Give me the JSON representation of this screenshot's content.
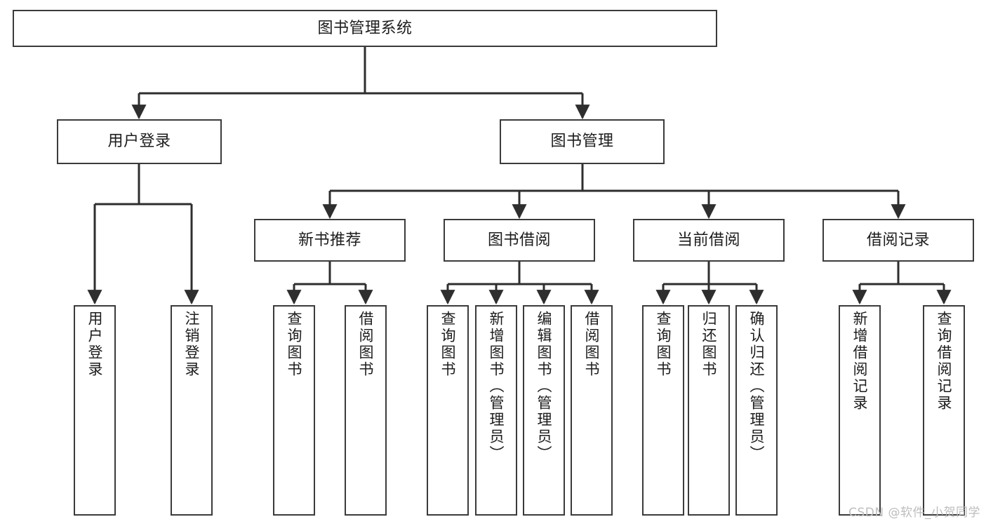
{
  "diagram": {
    "type": "hierarchy-tree",
    "title": "图书管理系统",
    "root": {
      "id": "root",
      "label": "图书管理系统"
    },
    "level2": [
      {
        "id": "user-login",
        "label": "用户登录"
      },
      {
        "id": "book-management",
        "label": "图书管理"
      }
    ],
    "level3": [
      {
        "id": "new-book-recommend",
        "label": "新书推荐",
        "parent": "book-management"
      },
      {
        "id": "book-borrow",
        "label": "图书借阅",
        "parent": "book-management"
      },
      {
        "id": "current-borrow",
        "label": "当前借阅",
        "parent": "book-management"
      },
      {
        "id": "borrow-record",
        "label": "借阅记录",
        "parent": "book-management"
      }
    ],
    "leaves": [
      {
        "id": "leaf-user-login",
        "label": "用户登录",
        "parent": "user-login"
      },
      {
        "id": "leaf-user-logout",
        "label": "注销登录",
        "parent": "user-login"
      },
      {
        "id": "leaf-query-book-1",
        "label": "查询图书",
        "parent": "new-book-recommend"
      },
      {
        "id": "leaf-borrow-book-1",
        "label": "借阅图书",
        "parent": "new-book-recommend"
      },
      {
        "id": "leaf-query-book-2",
        "label": "查询图书",
        "parent": "book-borrow"
      },
      {
        "id": "leaf-add-book",
        "label": "新增图书（管理员）",
        "parent": "book-borrow"
      },
      {
        "id": "leaf-edit-book",
        "label": "编辑图书（管理员）",
        "parent": "book-borrow"
      },
      {
        "id": "leaf-borrow-book-2",
        "label": "借阅图书",
        "parent": "book-borrow"
      },
      {
        "id": "leaf-query-book-3",
        "label": "查询图书",
        "parent": "current-borrow"
      },
      {
        "id": "leaf-return-book",
        "label": "归还图书",
        "parent": "current-borrow"
      },
      {
        "id": "leaf-confirm-return",
        "label": "确认归还（管理员）",
        "parent": "current-borrow"
      },
      {
        "id": "leaf-add-record",
        "label": "新增借阅记录",
        "parent": "borrow-record"
      },
      {
        "id": "leaf-query-record",
        "label": "查询借阅记录",
        "parent": "borrow-record"
      }
    ]
  },
  "watermark": {
    "text": "CSDN @软件_小贺同学"
  },
  "colors": {
    "border": "#3b3b3b",
    "text": "#1c1c1c",
    "background": "#ffffff",
    "connector": "#2e2e2e",
    "watermark": "#bdbdbd"
  }
}
